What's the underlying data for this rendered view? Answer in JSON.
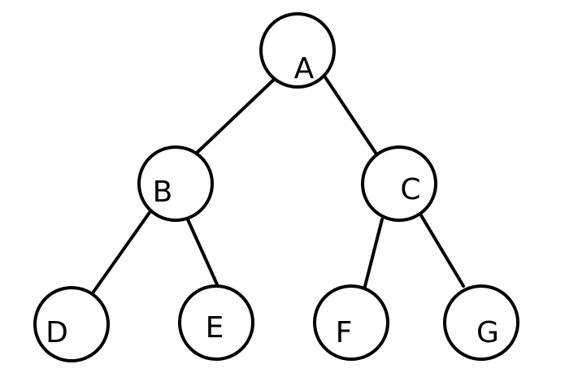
{
  "diagram": {
    "type": "binary-tree",
    "nodes": [
      {
        "id": "A",
        "label": "A",
        "level": 0
      },
      {
        "id": "B",
        "label": "B",
        "level": 1
      },
      {
        "id": "C",
        "label": "C",
        "level": 1
      },
      {
        "id": "D",
        "label": "D",
        "level": 2
      },
      {
        "id": "E",
        "label": "E",
        "level": 2
      },
      {
        "id": "F",
        "label": "F",
        "level": 2
      },
      {
        "id": "G",
        "label": "G",
        "level": 2
      }
    ],
    "edges": [
      {
        "from": "A",
        "to": "B"
      },
      {
        "from": "A",
        "to": "C"
      },
      {
        "from": "B",
        "to": "D"
      },
      {
        "from": "B",
        "to": "E"
      },
      {
        "from": "C",
        "to": "F"
      },
      {
        "from": "C",
        "to": "G"
      }
    ]
  }
}
